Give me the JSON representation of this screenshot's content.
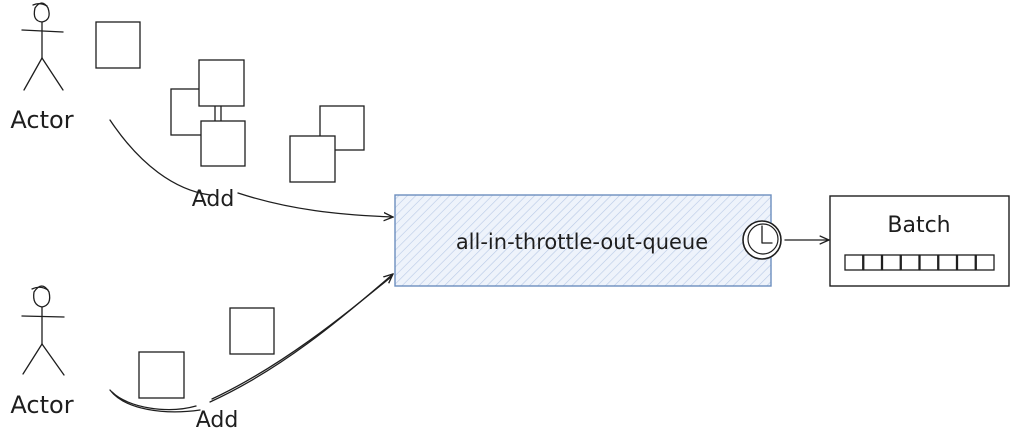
{
  "actors": [
    {
      "label": "Actor"
    },
    {
      "label": "Actor"
    }
  ],
  "edges": [
    {
      "label": "Add"
    },
    {
      "label": "Add"
    }
  ],
  "queue": {
    "label": "all-in-throttle-out-queue",
    "fill_color": "#dae8fc",
    "stroke_color": "#6c8ebf"
  },
  "batch": {
    "label": "Batch",
    "item_count": 8
  },
  "icons": {
    "timer": "clock-icon",
    "actor": "stick-figure-icon"
  }
}
